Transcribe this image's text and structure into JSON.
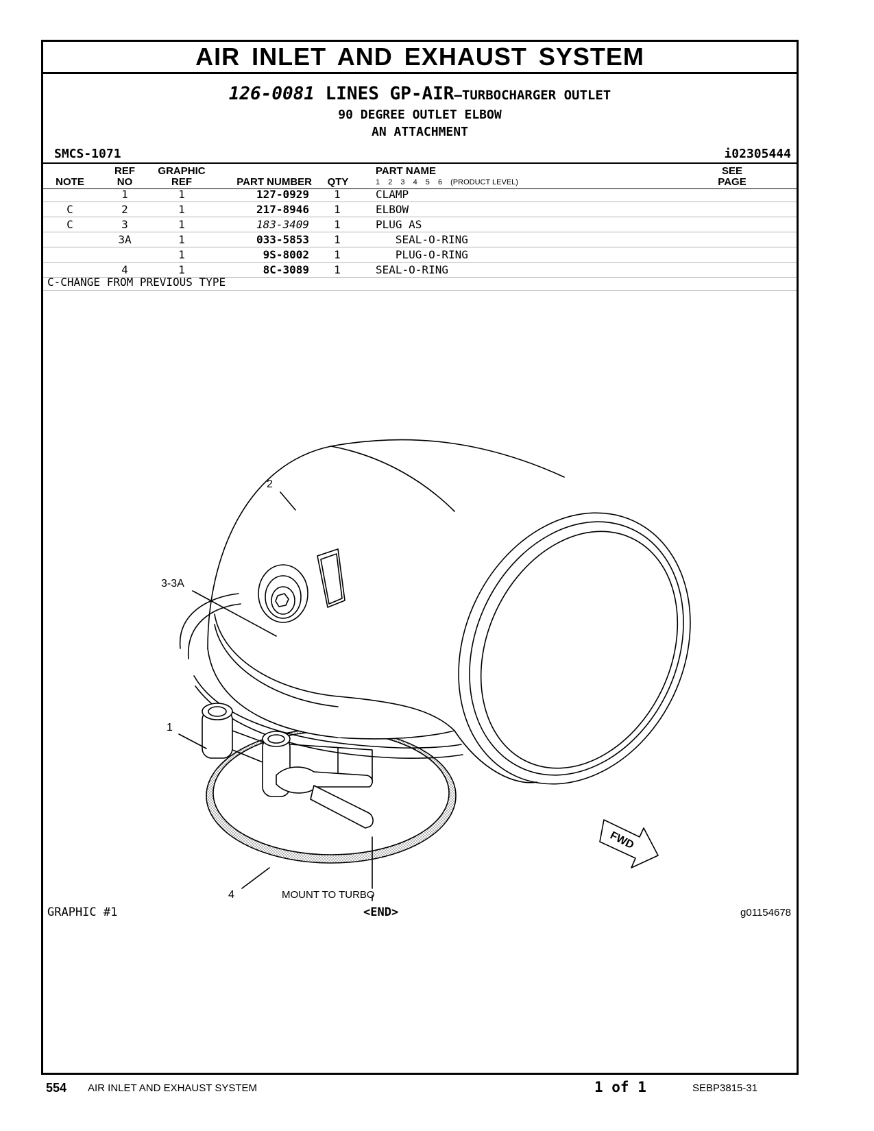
{
  "title": "AIR INLET AND EXHAUST SYSTEM",
  "group": {
    "number": "126-0081",
    "name": "LINES GP-AIR",
    "suffix": "—TURBOCHARGER OUTLET",
    "line2": "90 DEGREE OUTLET ELBOW",
    "line3": "AN ATTACHMENT"
  },
  "smcs": "SMCS-1071",
  "ident": "i02305444",
  "table": {
    "headers": {
      "note": "NOTE",
      "ref_top": "REF",
      "ref_bot": "NO",
      "gref_top": "GRAPHIC",
      "gref_bot": "REF",
      "part_number": "PART NUMBER",
      "qty": "QTY",
      "part_name": "PART NAME",
      "levels": [
        "1",
        "2",
        "3",
        "4",
        "5",
        "6",
        "(PRODUCT LEVEL)"
      ],
      "see_top": "SEE",
      "see_bot": "PAGE"
    },
    "rows": [
      {
        "note": "",
        "ref": "1",
        "gref": "1",
        "part_number": "127-0929",
        "qty": "1",
        "name": "CLAMP"
      },
      {
        "note": "C",
        "ref": "2",
        "gref": "1",
        "part_number": "217-8946",
        "qty": "1",
        "name": "ELBOW"
      },
      {
        "note": "C",
        "ref": "3",
        "gref": "1",
        "part_number": "183-3409",
        "qty": "1",
        "name": "PLUG AS"
      },
      {
        "note": "",
        "ref": "3A",
        "gref": "1",
        "part_number": "033-5853",
        "qty": "1",
        "name": "   SEAL-O-RING"
      },
      {
        "note": "",
        "ref": "",
        "gref": "1",
        "part_number": "9S-8002",
        "qty": "1",
        "name": "   PLUG-O-RING"
      },
      {
        "note": "",
        "ref": "4",
        "gref": "1",
        "part_number": "8C-3089",
        "qty": "1",
        "name": "SEAL-O-RING"
      }
    ]
  },
  "note_line": "C-CHANGE FROM PREVIOUS TYPE",
  "illustration": {
    "callouts": [
      "2",
      "3-3A",
      "1",
      "4"
    ],
    "fwd_label": "FWD",
    "mount_label": "MOUNT TO TURBO"
  },
  "graphic_label": "GRAPHIC #1",
  "end_label": "<END>",
  "graphic_id": "g01154678",
  "footer": {
    "page": "554",
    "section": "AIR INLET AND EXHAUST SYSTEM",
    "page_of": "1 of 1",
    "doc": "SEBP3815-31"
  }
}
